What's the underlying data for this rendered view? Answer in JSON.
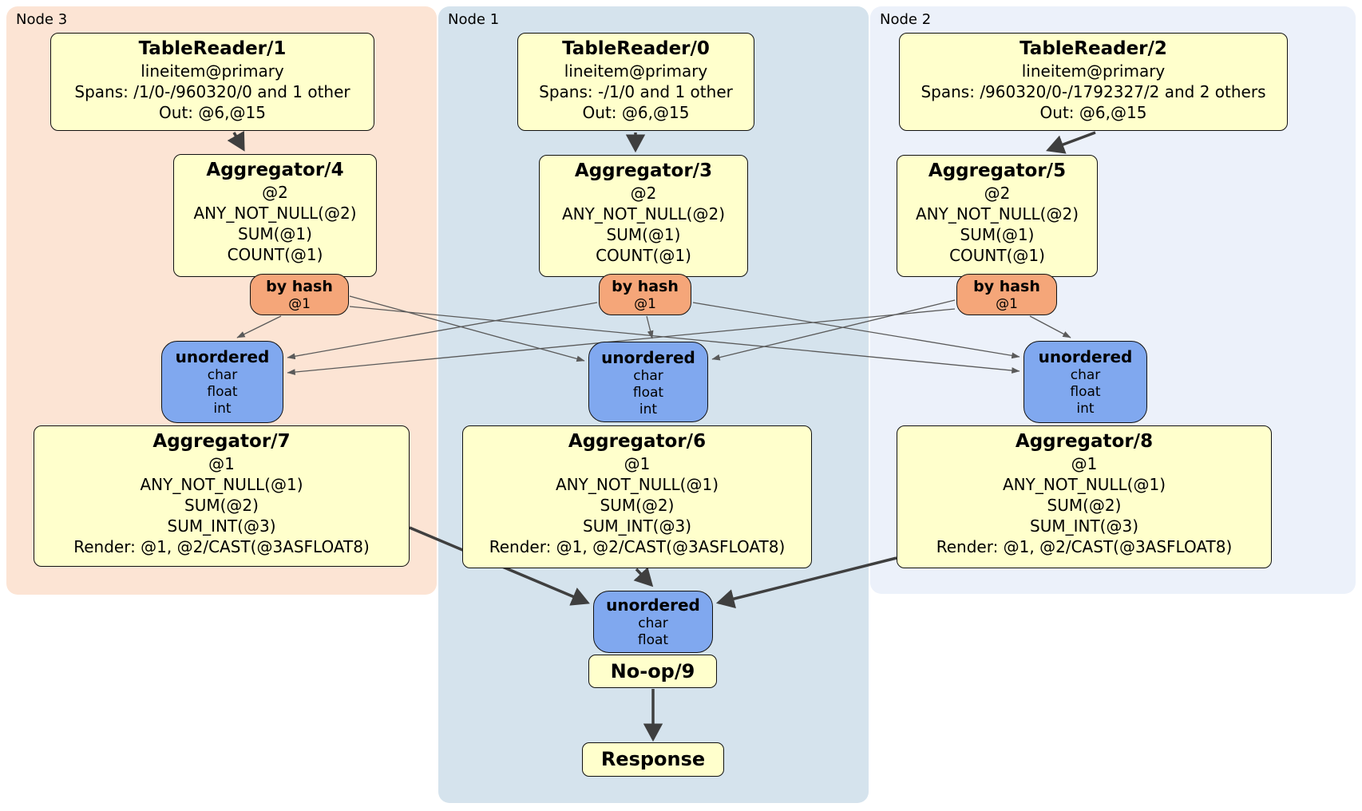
{
  "nodes": [
    {
      "label": "Node 3"
    },
    {
      "label": "Node 1"
    },
    {
      "label": "Node 2"
    }
  ],
  "processors": {
    "tr1": {
      "title": "TableReader/1",
      "lines": [
        "lineitem@primary",
        "Spans: /1/0-/960320/0 and 1 other",
        "Out: @6,@15"
      ]
    },
    "tr0": {
      "title": "TableReader/0",
      "lines": [
        "lineitem@primary",
        "Spans: -/1/0 and 1 other",
        "Out: @6,@15"
      ]
    },
    "tr2": {
      "title": "TableReader/2",
      "lines": [
        "lineitem@primary",
        "Spans: /960320/0-/1792327/2 and 2 others",
        "Out: @6,@15"
      ]
    },
    "agg4": {
      "title": "Aggregator/4",
      "lines": [
        "@2",
        "ANY_NOT_NULL(@2)",
        "SUM(@1)",
        "COUNT(@1)"
      ]
    },
    "agg3": {
      "title": "Aggregator/3",
      "lines": [
        "@2",
        "ANY_NOT_NULL(@2)",
        "SUM(@1)",
        "COUNT(@1)"
      ]
    },
    "agg5": {
      "title": "Aggregator/5",
      "lines": [
        "@2",
        "ANY_NOT_NULL(@2)",
        "SUM(@1)",
        "COUNT(@1)"
      ]
    },
    "agg7": {
      "title": "Aggregator/7",
      "lines": [
        "@1",
        "ANY_NOT_NULL(@1)",
        "SUM(@2)",
        "SUM_INT(@3)",
        "Render: @1, @2/CAST(@3ASFLOAT8)"
      ]
    },
    "agg6": {
      "title": "Aggregator/6",
      "lines": [
        "@1",
        "ANY_NOT_NULL(@1)",
        "SUM(@2)",
        "SUM_INT(@3)",
        "Render: @1, @2/CAST(@3ASFLOAT8)"
      ]
    },
    "agg8": {
      "title": "Aggregator/8",
      "lines": [
        "@1",
        "ANY_NOT_NULL(@1)",
        "SUM(@2)",
        "SUM_INT(@3)",
        "Render: @1, @2/CAST(@3ASFLOAT8)"
      ]
    },
    "noop": {
      "title": "No-op/9"
    },
    "response": {
      "title": "Response"
    }
  },
  "routers": {
    "hash3": {
      "title": "by hash",
      "detail": "@1"
    },
    "hash1": {
      "title": "by hash",
      "detail": "@1"
    },
    "hash2": {
      "title": "by hash",
      "detail": "@1"
    }
  },
  "syncs": {
    "un3": {
      "title": "unordered",
      "lines": [
        "char",
        "float",
        "int"
      ]
    },
    "un1": {
      "title": "unordered",
      "lines": [
        "char",
        "float",
        "int"
      ]
    },
    "un2": {
      "title": "unordered",
      "lines": [
        "char",
        "float",
        "int"
      ]
    },
    "unfinal": {
      "title": "unordered",
      "lines": [
        "char",
        "float"
      ]
    }
  },
  "colors": {
    "node3_bg": "#FCE4D4",
    "node1_bg": "#D5E3ED",
    "node2_bg": "#ECF1FA",
    "processor_fill": "#FFFFCC",
    "router_fill": "#F5A679",
    "sync_fill": "#80A8EF",
    "border": "#111111",
    "thick_edge": "#3F3F3F",
    "thin_edge": "#5A5A5A"
  }
}
